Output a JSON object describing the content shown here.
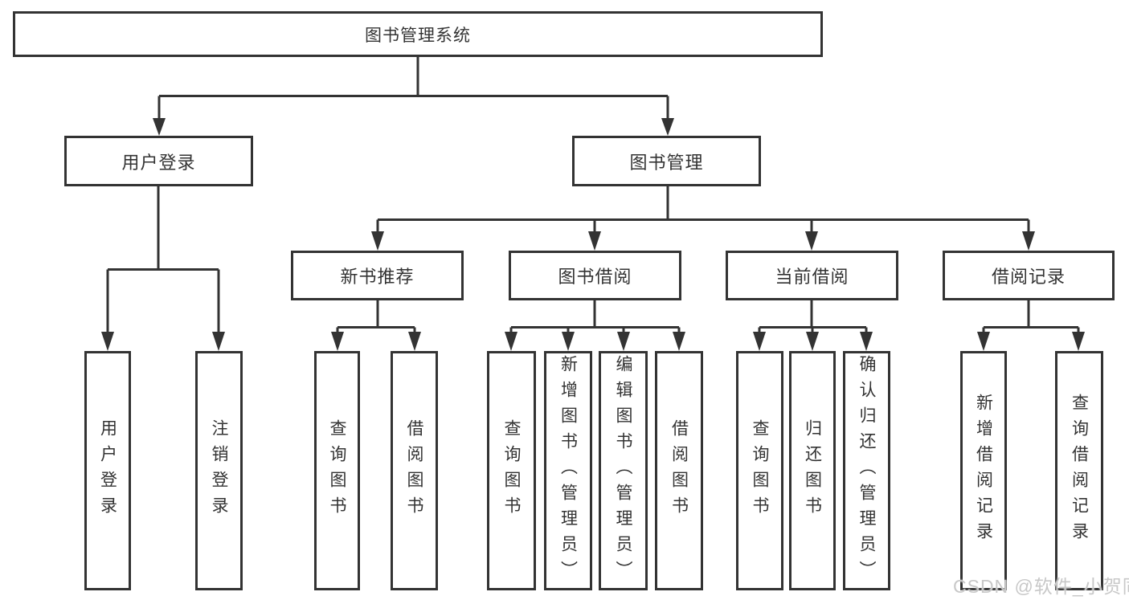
{
  "tree": {
    "root": {
      "label": "图书管理系统"
    },
    "branches": [
      {
        "label": "用户登录",
        "children": [
          {
            "label": "用户登录"
          },
          {
            "label": "注销登录"
          }
        ]
      },
      {
        "label": "图书管理",
        "children": [
          {
            "label": "新书推荐",
            "children": [
              {
                "label": "查询图书"
              },
              {
                "label": "借阅图书"
              }
            ]
          },
          {
            "label": "图书借阅",
            "children": [
              {
                "label": "查询图书"
              },
              {
                "label": "新增图书（管理员）"
              },
              {
                "label": "编辑图书（管理员）"
              },
              {
                "label": "借阅图书"
              }
            ]
          },
          {
            "label": "当前借阅",
            "children": [
              {
                "label": "查询图书"
              },
              {
                "label": "归还图书"
              },
              {
                "label": "确认归还（管理员）"
              }
            ]
          },
          {
            "label": "借阅记录",
            "children": [
              {
                "label": "新增借阅记录"
              },
              {
                "label": "查询借阅记录"
              }
            ]
          }
        ]
      }
    ]
  },
  "watermark": {
    "text": "CSDN @软件_小贺同学"
  },
  "colors": {
    "line": "#333333",
    "text": "#333333",
    "background": "#ffffff",
    "watermark": "#c8c8c8"
  }
}
